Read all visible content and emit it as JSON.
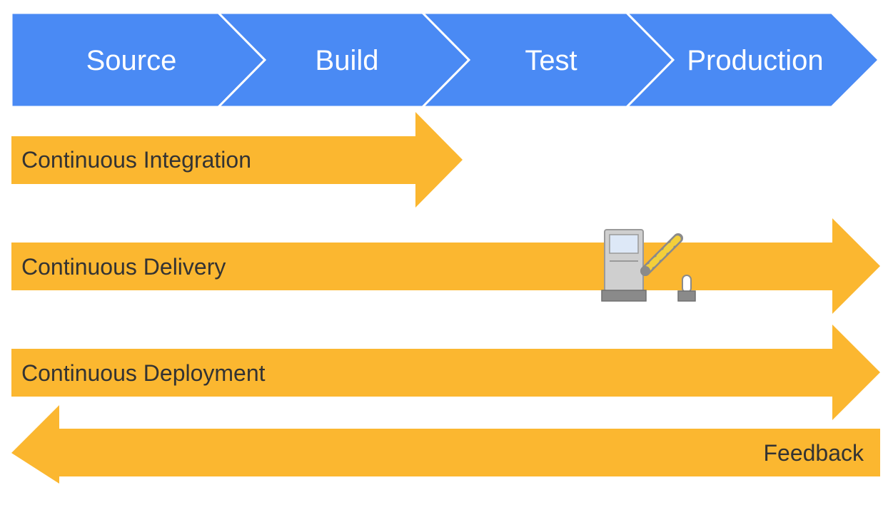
{
  "colors": {
    "stage_fill": "#4A8AF4",
    "stage_divider": "#ffffff",
    "flow_fill": "#FBB730",
    "flow_text": "#333333",
    "stage_text": "#ffffff",
    "gate_body": "#CFCFCF",
    "gate_base": "#8A8A8A",
    "gate_window": "#DDE8F7",
    "barrier_stripe": "#F3CF3A"
  },
  "stages": [
    {
      "label": "Source"
    },
    {
      "label": "Build"
    },
    {
      "label": "Test"
    },
    {
      "label": "Production"
    }
  ],
  "flows": [
    {
      "label": "Continuous Integration",
      "direction": "right",
      "extent": "through Build"
    },
    {
      "label": "Continuous Delivery",
      "direction": "right",
      "extent": "through Production",
      "gate_icon": "toll-gate-barrier-icon"
    },
    {
      "label": "Continuous Deployment",
      "direction": "right",
      "extent": "through Production"
    },
    {
      "label": "Feedback",
      "direction": "left",
      "extent": "Production back to Source"
    }
  ]
}
